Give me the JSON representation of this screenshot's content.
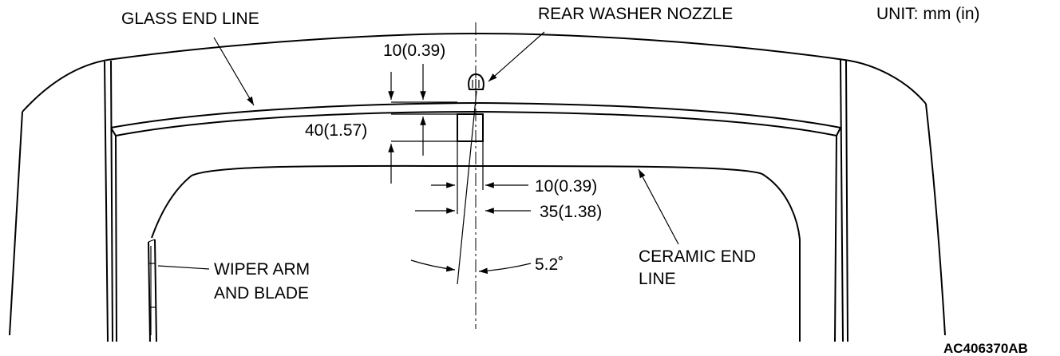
{
  "labels": {
    "glass_end_line": "GLASS END LINE",
    "rear_washer_nozzle": "REAR WASHER NOZZLE",
    "unit": "UNIT: mm (in)",
    "dim_top_10": "10(0.39)",
    "dim_40": "40(1.57)",
    "dim_mid_10": "10(0.39)",
    "dim_35": "35(1.38)",
    "angle": "5.2˚",
    "wiper_line1": "WIPER ARM",
    "wiper_line2": "AND BLADE",
    "ceramic_line1": "CERAMIC END",
    "ceramic_line2": "LINE",
    "figure_code": "AC406370AB"
  }
}
